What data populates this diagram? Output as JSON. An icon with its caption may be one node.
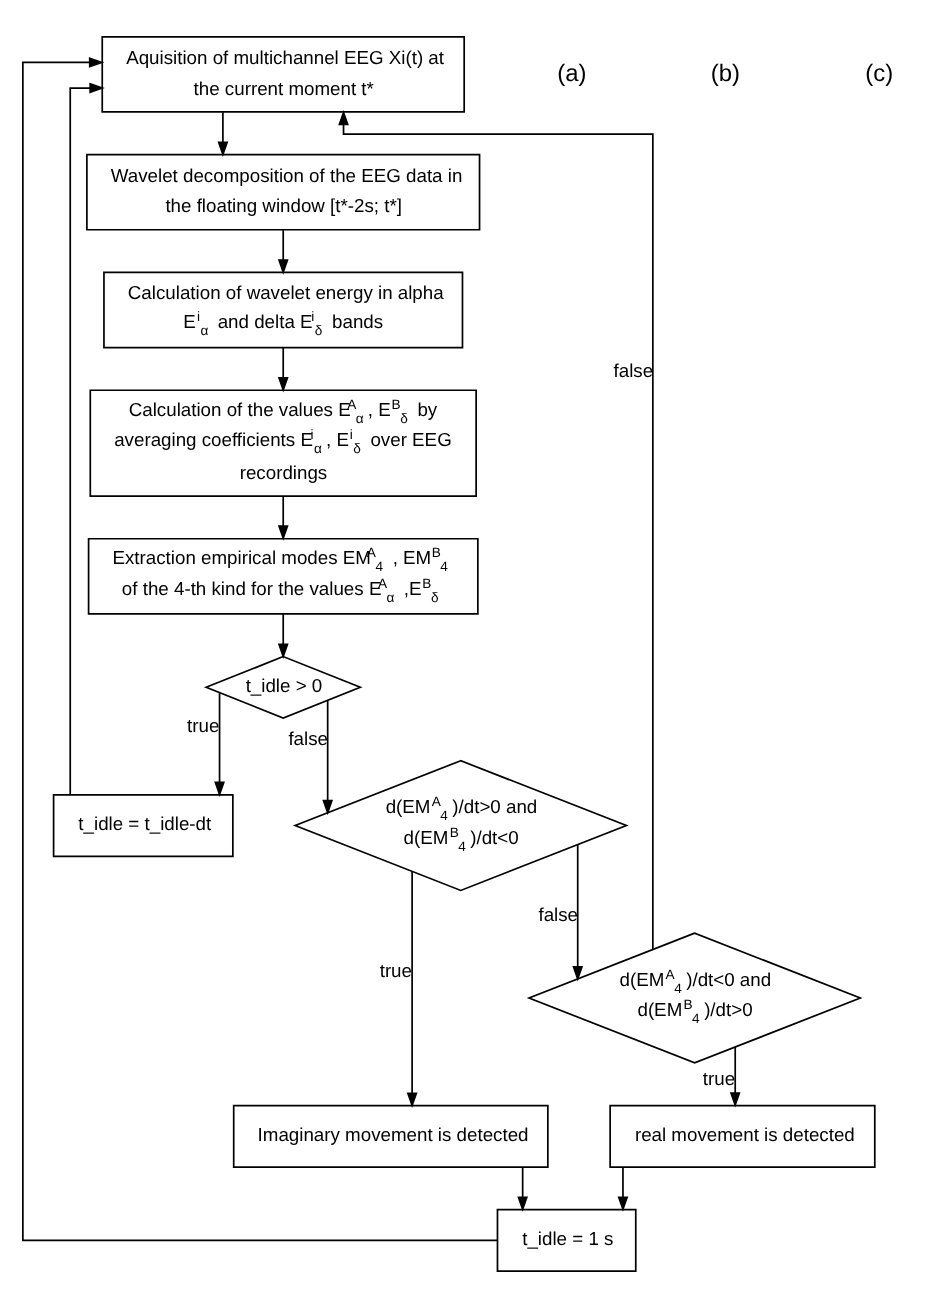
{
  "diagram": {
    "nodes": [
      {
        "text": [
          "Aquisition of multichannel EEG Xi(t) at the current moment t*"
        ]
      },
      {
        "text": [
          "Wavelet decomposition of the EEG data in the floating window [t*-2s; t*]"
        ]
      },
      {
        "text": [
          "Calculation of wavelet energy in alpha E$^{i}$$_{α}$ and delta E$^{i}$$_{δ}$ bands"
        ]
      },
      {
        "text": [
          "Calculation of the values E$^{A}$$_{α}$, E$^{B}$$_{δ}$ by averaging coefficients E$^{i}$$_{α}$, E$^{i}$$_{δ}$ over EEG recordings"
        ]
      },
      {
        "text": [
          "Extraction empirical modes EM$^{A}$$_{4}$ , EM$^{B}$$_{4}$ of the 4-th kind for the values E$^{A}$$_{α}$ ,E$^{B}$$_{δ}$"
        ]
      },
      {
        "text": [
          "t_idle > 0"
        ]
      },
      {
        "text": [
          "t_idle = t_idle-dt"
        ]
      },
      {
        "text": [
          "d(EM$^{A}$$_{4}$)/dt>0 and d(EM$^{B}$$_{4}$)/dt<0"
        ]
      },
      {
        "text": [
          "Imaginary movement is detected"
        ]
      },
      {
        "text": [
          "d(EM$^{A}$$_{4}$)/dt<0 and d(EM$^{B}$$_{4}$)/dt>0"
        ]
      },
      {
        "text": [
          "real movement is detected"
        ]
      },
      {
        "text": [
          "t_idle = 1 s"
        ]
      }
    ],
    "edges": [
      {
        "from": 0,
        "to": 1,
        "arrow": "to"
      },
      {
        "from": 1,
        "to": 2,
        "arrow": "to"
      },
      {
        "from": 2,
        "to": 3,
        "arrow": "to"
      },
      {
        "from": 3,
        "to": 4,
        "arrow": "to"
      },
      {
        "from": 4,
        "to": 5,
        "arrow": "to"
      },
      {
        "from": 5,
        "to": 6,
        "label": "true",
        "arrow": "to"
      },
      {
        "from": 5,
        "to": 7,
        "label": "false",
        "arrow": "to"
      },
      {
        "from": 6,
        "to": 0,
        "arrow": "to"
      },
      {
        "from": 7,
        "to": 8,
        "label": "true",
        "arrow": "to"
      },
      {
        "from": 7,
        "to": 9,
        "label": "false",
        "arrow": "to"
      },
      {
        "from": 9,
        "to": 10,
        "label": "true",
        "arrow": "to"
      },
      {
        "from": 9,
        "to": 0,
        "label": "false",
        "arrow": "to"
      },
      {
        "from": 8,
        "to": 11,
        "arrow": "to"
      },
      {
        "from": 10,
        "to": 11,
        "arrow": "to"
      },
      {
        "from": 11,
        "to": 0,
        "arrow": "to"
      }
    ],
    "labels": [
      "(a)",
      "(b)",
      "(c)"
    ]
  }
}
